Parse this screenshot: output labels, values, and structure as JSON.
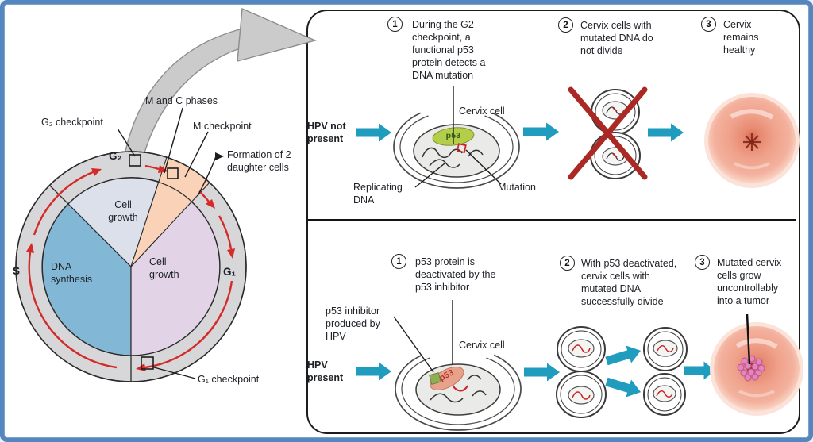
{
  "colors": {
    "frame_blue": "#5586bd",
    "teal_arrow": "#1f9cbe",
    "cycle_red": "#d42a28",
    "red_x": "#ab2824",
    "dna_synthesis_blue": "#82b8d6",
    "g1_lavender": "#e2d4e6",
    "g2_gray_blue": "#dce0ea",
    "mc_peach": "#f9d2b8",
    "ring_gray": "#d7d7d9",
    "p53_green": "#b5ce49",
    "p53_pink": "#e8a18b",
    "cervix_pink": "#f0a28c"
  },
  "cell_cycle": {
    "labels": {
      "g2_checkpoint": "G₂ checkpoint",
      "m_and_c_phases": "M and C phases",
      "m_checkpoint": "M checkpoint",
      "formation": "Formation of 2 daughter cells",
      "cell_growth_top": "Cell growth",
      "dna_synthesis": "DNA synthesis",
      "cell_growth_right": "Cell growth",
      "s_phase": "S",
      "g1_phase": "G₁",
      "g2_phase": "G₂",
      "g1_checkpoint": "G₁ checkpoint"
    }
  },
  "hpv_absent_panel": {
    "condition": "HPV not present",
    "steps": [
      {
        "num": "1",
        "text": "During the G2 checkpoint, a functional p53 protein detects a DNA mutation"
      },
      {
        "num": "2",
        "text": "Cervix cells with mutated DNA do not divide"
      },
      {
        "num": "3",
        "text": "Cervix remains healthy"
      }
    ],
    "cervix_cell_label": "Cervix cell",
    "p53_label": "p53",
    "replicating_dna_label": "Replicating DNA",
    "mutation_label": "Mutation"
  },
  "hpv_present_panel": {
    "condition": "HPV present",
    "steps": [
      {
        "num": "1",
        "text": "p53 protein is deactivated by the p53 inhibitor"
      },
      {
        "num": "2",
        "text": "With p53 deactivated, cervix cells with mutated DNA successfully divide"
      },
      {
        "num": "3",
        "text": "Mutated cervix cells grow uncontrollably into a tumor"
      }
    ],
    "inhibitor_label": "p53 inhibitor produced by HPV",
    "cervix_cell_label": "Cervix cell",
    "p53_label": "p53"
  }
}
